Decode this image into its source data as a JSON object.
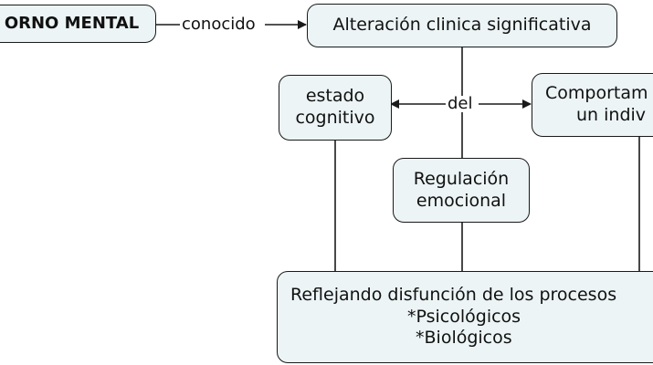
{
  "nodes": {
    "root": {
      "lines": [
        "ORNO MENTAL"
      ]
    },
    "alteracion": {
      "lines": [
        "Alteración clinica significativa"
      ]
    },
    "estado": {
      "lines": [
        "estado",
        "cognitivo"
      ]
    },
    "comportamiento": {
      "lines": [
        "Comportam",
        "un indiv"
      ]
    },
    "regulacion": {
      "lines": [
        "Regulación",
        "emocional"
      ]
    },
    "reflejando": {
      "lines": [
        "Reflejando disfunción de los procesos",
        "*Psicológicos",
        "*Biológicos"
      ]
    }
  },
  "links": {
    "conocido": "conocido",
    "del": "del"
  },
  "colors": {
    "node_fill": "#ecf4f5",
    "stroke": "#1a1a1a",
    "background": "#ffffff"
  }
}
